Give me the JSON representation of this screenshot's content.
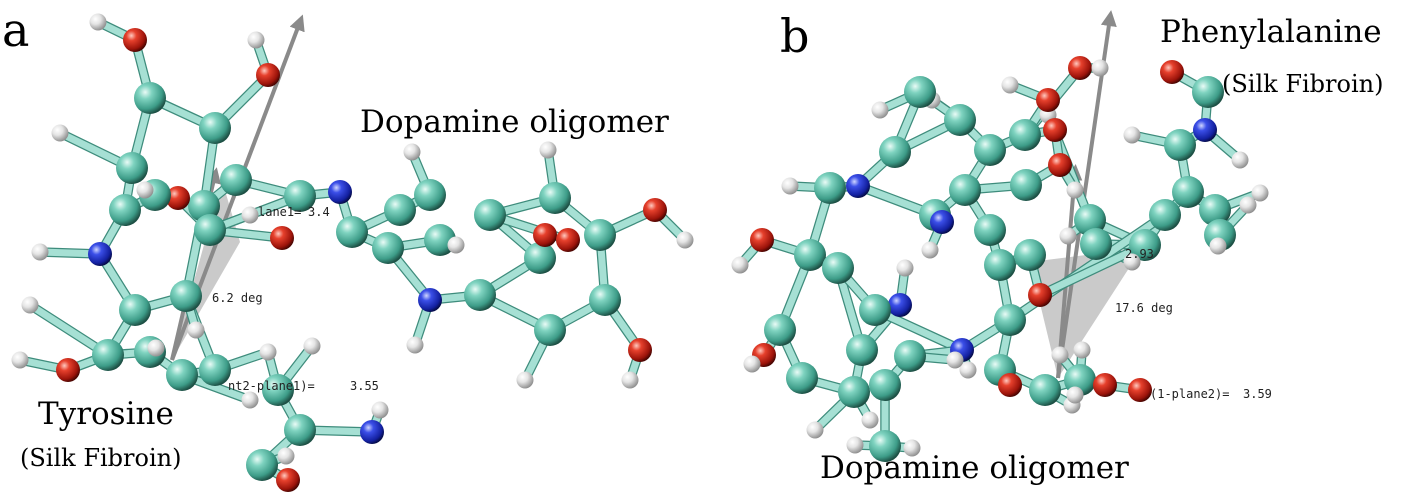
{
  "panels": [
    {
      "id": "a",
      "letter": "a",
      "labels": {
        "dopamine": "Dopamine oligomer",
        "residue": "Tyrosine",
        "residue_source": "(Silk Fibroin)"
      },
      "measurements": {
        "angle": "6.2 deg",
        "distance_label": "nt2-plane1)=",
        "distance_value": "3.55",
        "plane_label": "lane1=",
        "plane_value": "3.4"
      }
    },
    {
      "id": "b",
      "letter": "b",
      "labels": {
        "residue": "Phenylalanine",
        "residue_source": "(Silk Fibroin)",
        "dopamine": "Dopamine oligomer"
      },
      "measurements": {
        "angle": "17.6 deg",
        "distance_label": "(1-plane2)=",
        "distance_value": "3.59",
        "plane_value": "2.93"
      }
    }
  ],
  "colors": {
    "carbon": "#4fb39e",
    "hydrogen": "#e8e8e8",
    "oxygen": "#d42a1c",
    "nitrogen": "#2438d0",
    "bond": "#a6e0d4",
    "vector_arrow": "#8a8a8a",
    "angle_wedge": "#b8b8b8"
  }
}
